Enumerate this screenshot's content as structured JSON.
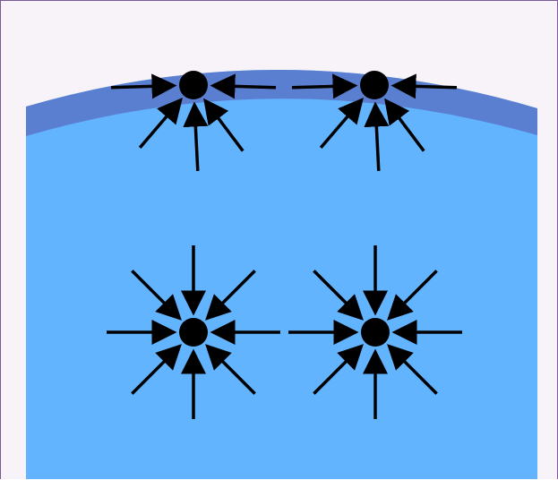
{
  "diagram": {
    "colors": {
      "frame_border": "#7a5a96",
      "background": "#f7f3f8",
      "liquid": "#63b4ff",
      "surface_layer": "#5b7fd0",
      "molecule": "#000000",
      "arrow": "#000000"
    },
    "regions": [
      "surface-layer",
      "bulk-liquid"
    ],
    "molecules": [
      {
        "id": "surface-left",
        "location": "surface",
        "arrow_directions": [
          "left",
          "right",
          "down",
          "down-left",
          "down-right"
        ]
      },
      {
        "id": "surface-right",
        "location": "surface",
        "arrow_directions": [
          "left",
          "right",
          "down",
          "down-left",
          "down-right"
        ]
      },
      {
        "id": "bulk-left",
        "location": "bulk",
        "arrow_directions": [
          "up",
          "down",
          "left",
          "right",
          "up-left",
          "up-right",
          "down-left",
          "down-right"
        ]
      },
      {
        "id": "bulk-right",
        "location": "bulk",
        "arrow_directions": [
          "up",
          "down",
          "left",
          "right",
          "up-left",
          "up-right",
          "down-left",
          "down-right"
        ]
      }
    ]
  }
}
